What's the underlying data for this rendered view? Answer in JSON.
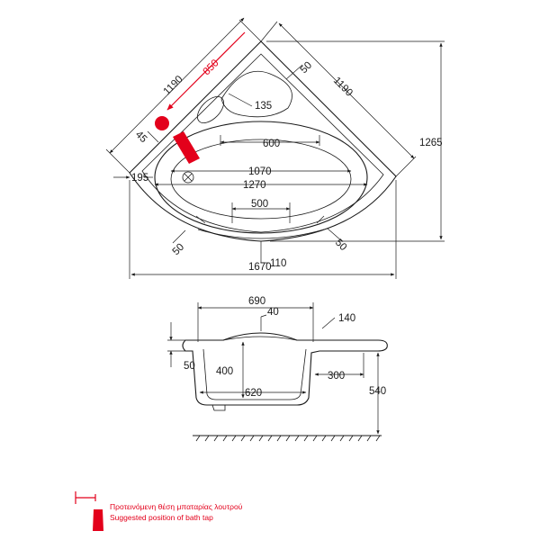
{
  "top_view": {
    "side_left": "1190",
    "side_right": "1190",
    "tap_distance": "850",
    "dim_50_top": "50",
    "dim_135": "135",
    "dim_45": "45",
    "dim_600": "600",
    "dim_195": "195",
    "dim_1070": "1070",
    "dim_1270": "1270",
    "dim_500": "500",
    "dim_50_left": "50",
    "dim_50_right": "50",
    "dim_110": "110",
    "height_1265": "1265",
    "width_1670": "1670"
  },
  "section_view": {
    "dim_690": "690",
    "dim_40": "40",
    "dim_140": "140",
    "dim_50": "50",
    "dim_400": "400",
    "dim_300": "300",
    "dim_620": "620",
    "dim_540": "540"
  },
  "legend": {
    "label_greek": "Προτεινόμενη θέση μπαταρίας λουτρού",
    "label_english": "Suggested position of bath tap"
  },
  "colors": {
    "accent": "#e3001b",
    "line": "#1a1a1a"
  }
}
